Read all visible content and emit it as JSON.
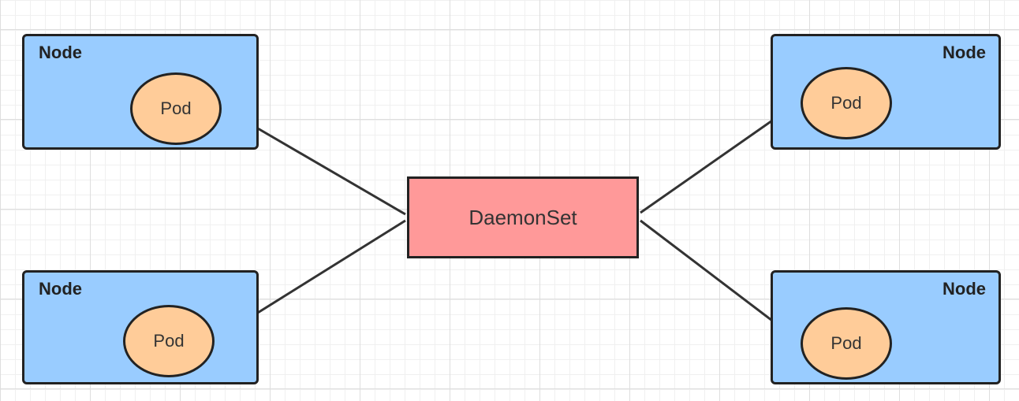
{
  "diagram": {
    "center": {
      "label": "DaemonSet"
    },
    "nodes": [
      {
        "label": "Node",
        "pod": "Pod"
      },
      {
        "label": "Node",
        "pod": "Pod"
      },
      {
        "label": "Node",
        "pod": "Pod"
      },
      {
        "label": "Node",
        "pod": "Pod"
      }
    ]
  },
  "colors": {
    "node_fill": "#99ccff",
    "pod_fill": "#ffcc99",
    "daemonset_fill": "#ff9999",
    "stroke": "#222222"
  }
}
